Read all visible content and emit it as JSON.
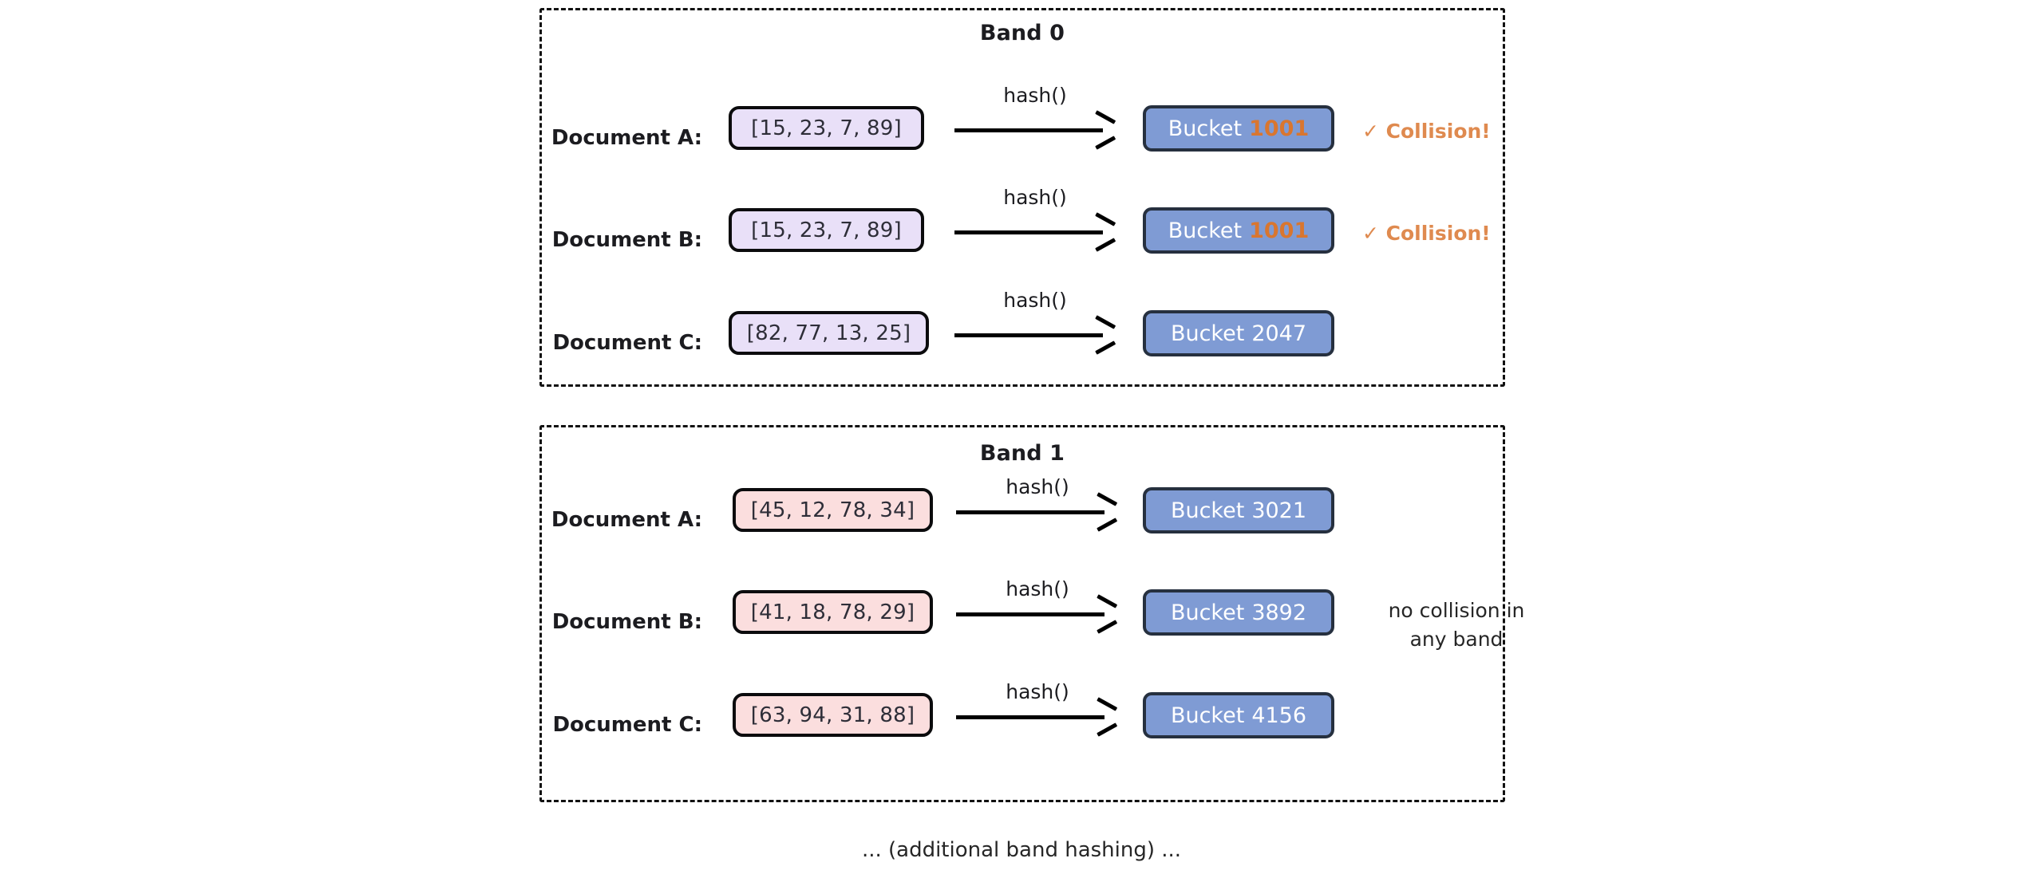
{
  "figure": {
    "footer_caption": "... (additional band hashing) ...",
    "hash_label": "hash()",
    "bucket_word": "Bucket",
    "collision_note": "✓ Collision!",
    "side_note": "no collision in\nany band",
    "side_note_line1": "no collision in",
    "side_note_line2": "any band",
    "colors": {
      "band0_signature_fill": "#e9e0f8",
      "band1_signature_fill": "#fbdede",
      "bucket_fill": "#7f9bd4",
      "bucket_border": "#26303f",
      "collision_accent": "#d9762f",
      "collision_text": "#df8a4f",
      "box_border": "#0b0b0d",
      "band_border": "#111111",
      "text": "#1c1c20",
      "background": "#ffffff"
    }
  },
  "bands": [
    {
      "title": "Band 0",
      "rows": [
        {
          "doc_label": "Document A:",
          "signature": "[15, 23, 7, 89]",
          "hash_label": "hash()",
          "bucket_word": "Bucket",
          "bucket_id": "1001",
          "collision": true,
          "collision_note": "✓ Collision!"
        },
        {
          "doc_label": "Document B:",
          "signature": "[15, 23, 7, 89]",
          "hash_label": "hash()",
          "bucket_word": "Bucket",
          "bucket_id": "1001",
          "collision": true,
          "collision_note": "✓ Collision!"
        },
        {
          "doc_label": "Document C:",
          "signature": "[82, 77, 13, 25]",
          "hash_label": "hash()",
          "bucket_word": "Bucket",
          "bucket_id": "2047",
          "collision": false,
          "collision_note": ""
        }
      ]
    },
    {
      "title": "Band 1",
      "rows": [
        {
          "doc_label": "Document A:",
          "signature": "[45, 12, 78, 34]",
          "hash_label": "hash()",
          "bucket_word": "Bucket",
          "bucket_id": "3021",
          "collision": false,
          "collision_note": ""
        },
        {
          "doc_label": "Document B:",
          "signature": "[41, 18, 78, 29]",
          "hash_label": "hash()",
          "bucket_word": "Bucket",
          "bucket_id": "3892",
          "collision": false,
          "collision_note": ""
        },
        {
          "doc_label": "Document C:",
          "signature": "[63, 94, 31, 88]",
          "hash_label": "hash()",
          "bucket_word": "Bucket",
          "bucket_id": "4156",
          "collision": false,
          "collision_note": ""
        }
      ]
    }
  ]
}
